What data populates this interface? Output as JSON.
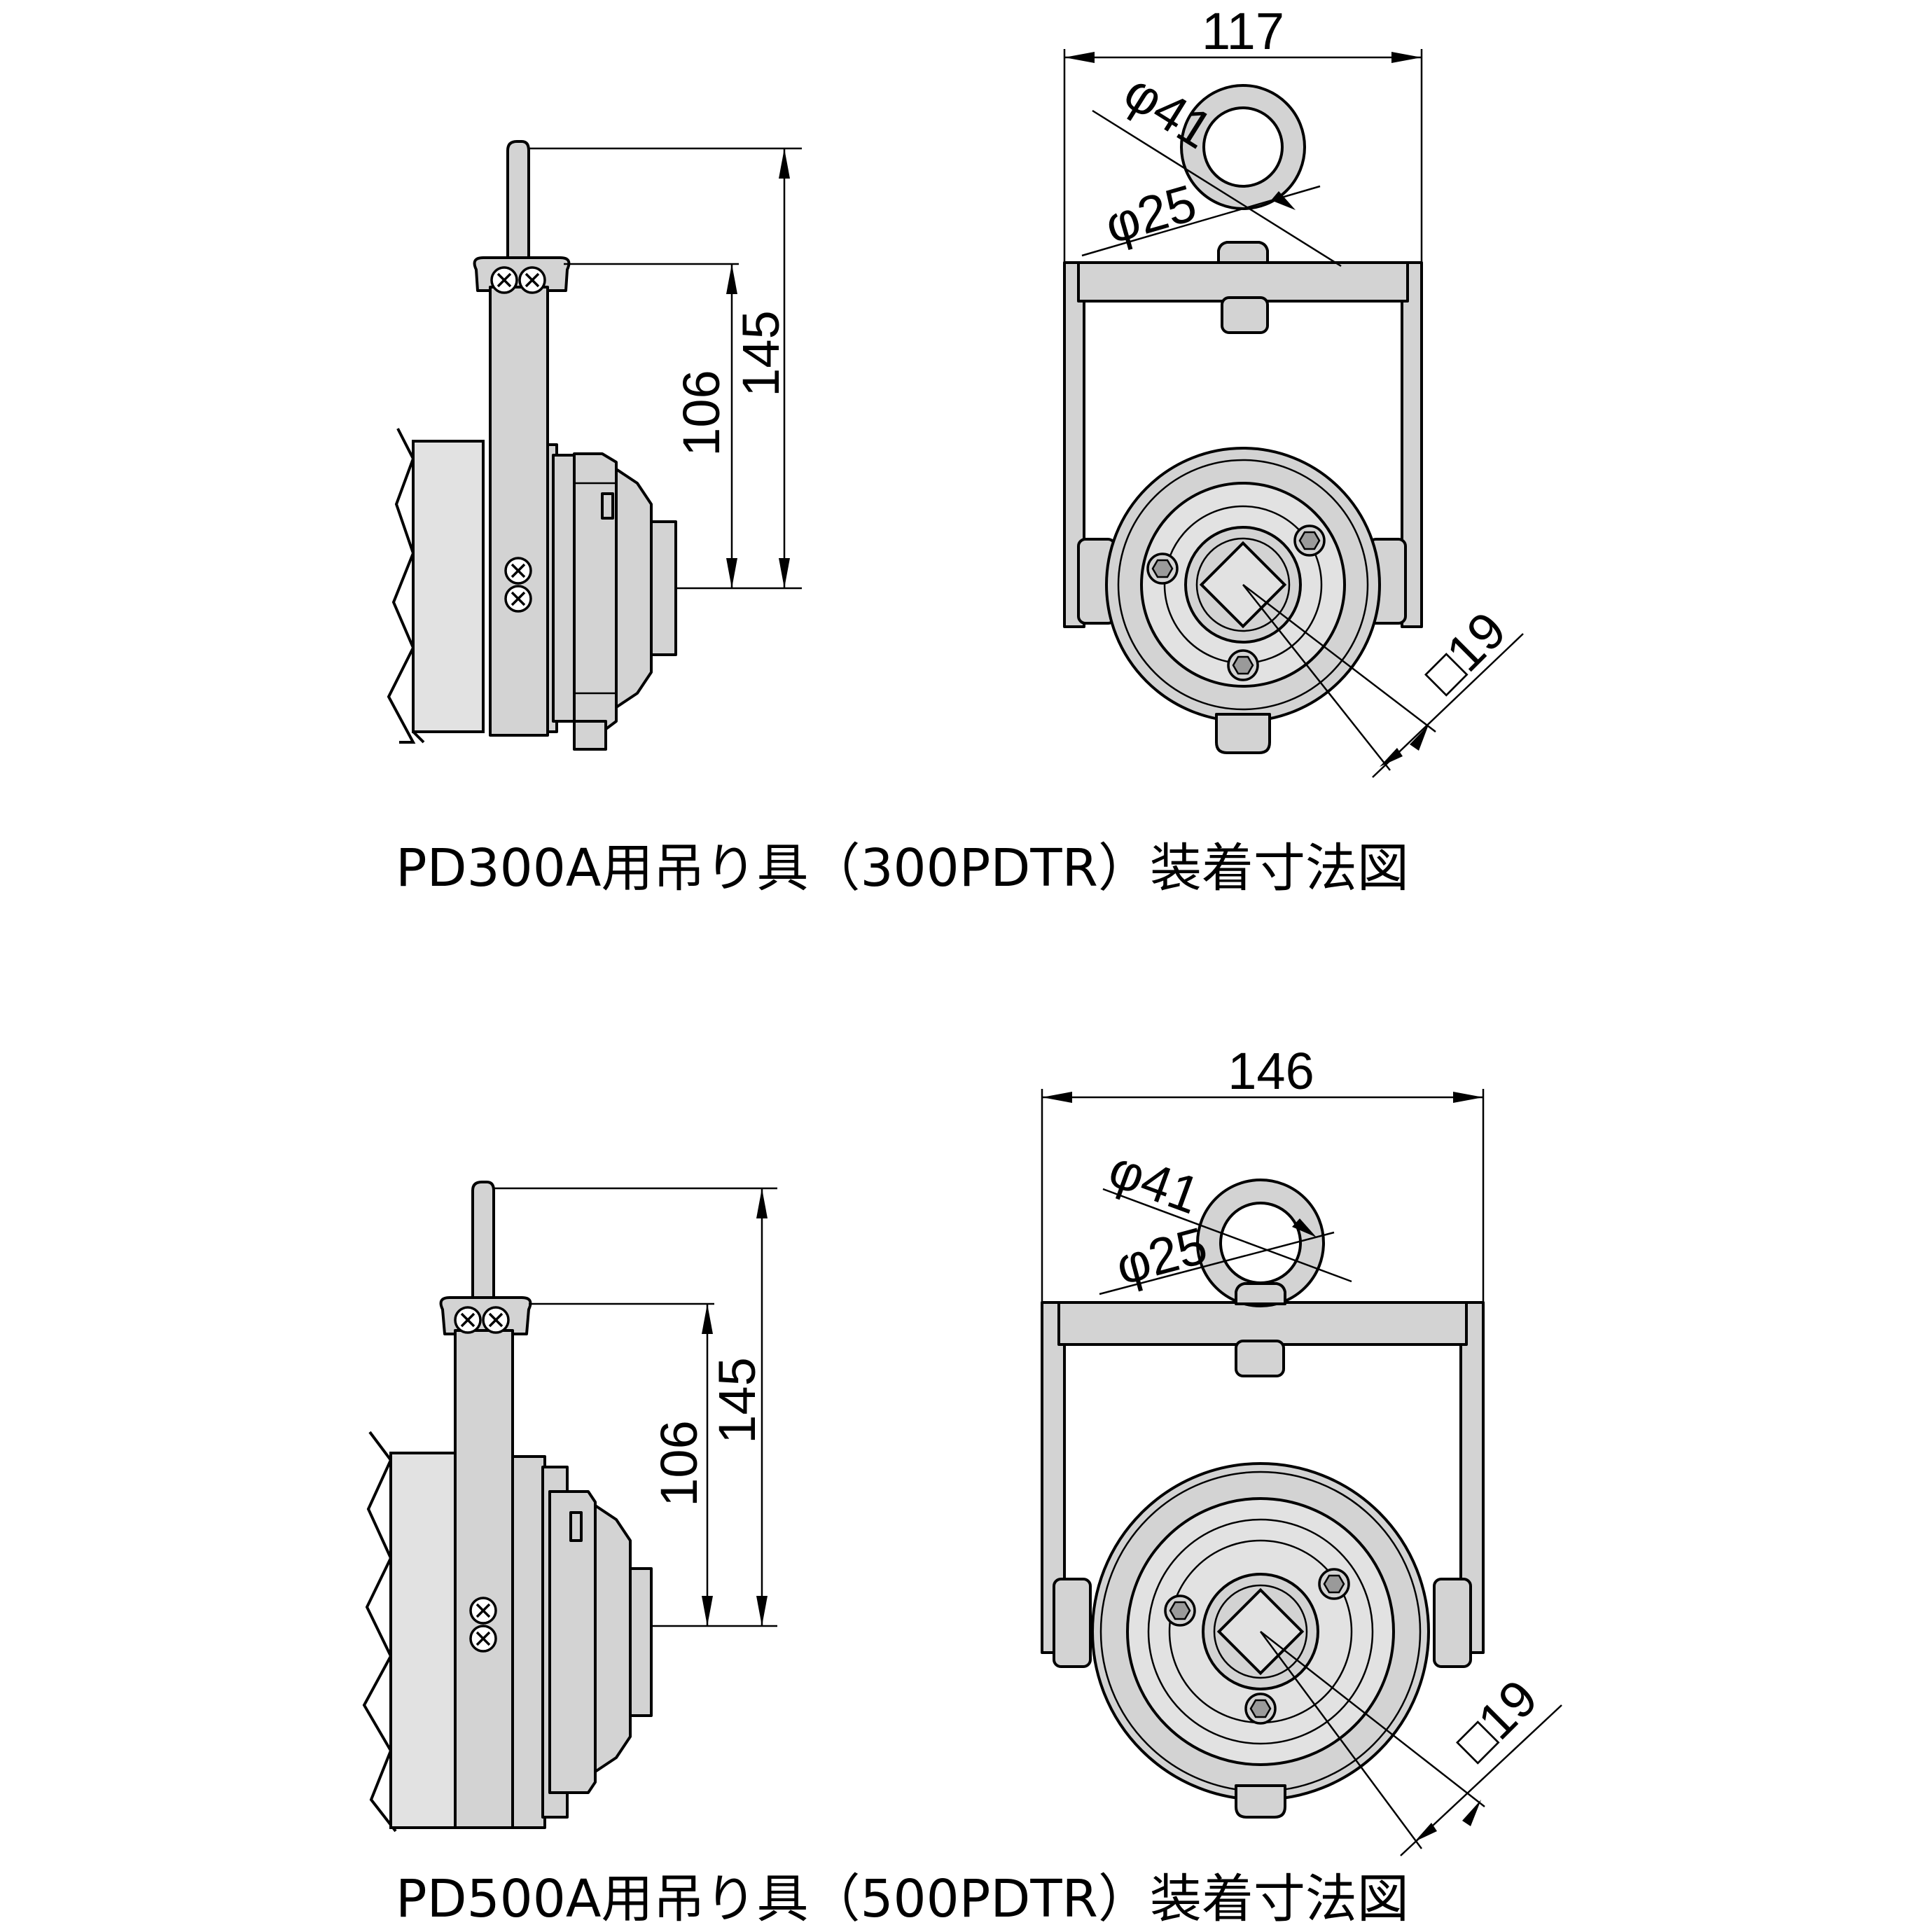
{
  "figures": [
    {
      "caption": "PD300A用吊り具（300PDTR）装着寸法図",
      "dims": {
        "height_total": "145",
        "height_eye": "106",
        "width": "117",
        "eye_outer": "φ41",
        "eye_inner": "φ25",
        "square_drive": "□19"
      }
    },
    {
      "caption": "PD500A用吊り具（500PDTR）装着寸法図",
      "dims": {
        "height_total": "145",
        "height_eye": "106",
        "width": "146",
        "eye_outer": "φ41",
        "eye_inner": "φ25",
        "square_drive": "□19"
      }
    }
  ]
}
